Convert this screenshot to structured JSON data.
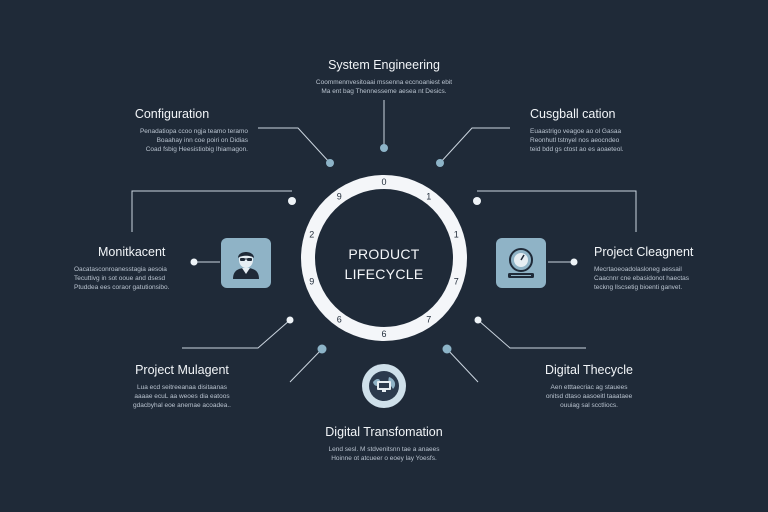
{
  "center": {
    "line1": "PRODUCT",
    "line2": "LIFECYCLE"
  },
  "ring_ticks": [
    "0",
    "1",
    "1",
    "7",
    "7",
    "6",
    "6",
    "9",
    "2",
    "9"
  ],
  "nodes": {
    "top": {
      "title": "System Engineering",
      "desc": [
        "Coommennvesitoaai mssenna eccnoaniest ebit",
        "Ma ent bag Thennesseme aesea nt Desics."
      ]
    },
    "top_left": {
      "title": "Configuration",
      "desc": [
        "Penadatiopa ccoo ngja teamo teramo",
        "Boaahay inn coe poiri on Didias",
        "Coad fsbig Heesistiobig Ihiamagon."
      ]
    },
    "top_right": {
      "title": "Cusgball cation",
      "desc": [
        "Euaastrigo veagoe ao ol Gasaa",
        "Reonhutl tstnyel nos aeocndeo",
        "teid bdd gs ctost ao es aoaeteol."
      ]
    },
    "mid_left": {
      "title": "Monitkacent",
      "desc": [
        "Oacatasconroanesstagia aesoia",
        "Tecuttivg in sot ooue and dsesd",
        "Ptuddea ees coraor gatutionsibo."
      ]
    },
    "mid_right": {
      "title": "Project Cleagnent",
      "desc": [
        "Mecrtaoeoadolasloneg aessail",
        "Caacnnr cne ebasidonot haectas",
        "teckng llscsetig bioenti ganvet."
      ]
    },
    "bottom_left": {
      "title": "Project Mulagent",
      "desc": [
        "Lua ecd seitreeanaa disitaanas",
        "aaaae ecuL aa weoes dia eatoos",
        "gdacbyhal eoe anemae acoadea.."
      ]
    },
    "bottom_right": {
      "title": "Digital Thecycle",
      "desc": [
        "Aen etttaecriac ag stauees",
        "onitsd dtaso aasoeitl taaataee",
        "ouuiag sal scctliocs."
      ]
    },
    "bottom": {
      "title": "Digital Transfomation",
      "desc": [
        "Lend sesl. M stdvenitsnn tae a anaees",
        "Hoinne ot atcueer o eoey lay Yoesfs."
      ]
    }
  },
  "icons": {
    "mid_left": "person-portrait-icon",
    "mid_right": "gauge-device-icon",
    "bottom": "globe-display-icon"
  },
  "colors": {
    "background": "#1f2a38",
    "ring": "#f4f6f9",
    "icon_box": "#8fb3c6",
    "dot": "#8db4c8"
  }
}
